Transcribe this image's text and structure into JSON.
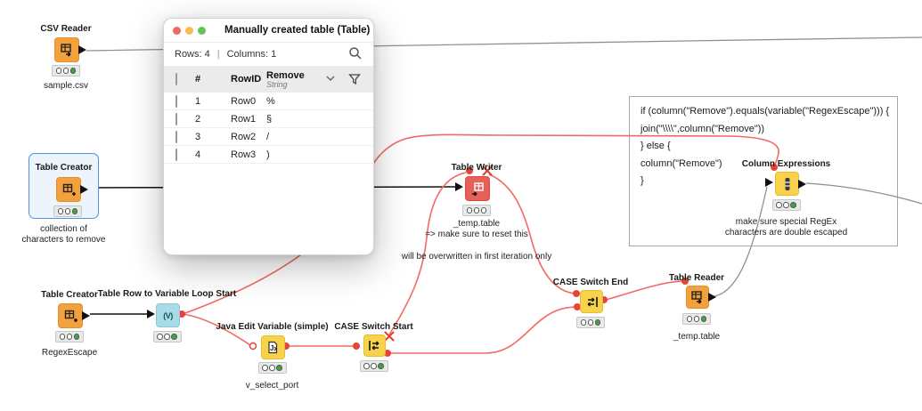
{
  "popup": {
    "title": "Manually created table (Table)",
    "rows_label": "Rows: 4",
    "separator": "|",
    "columns_label": "Columns: 1",
    "traffic_light_colors": {
      "close": "#ee6a5f",
      "minimize": "#f5be4f",
      "zoom": "#62c554"
    },
    "header": {
      "hash": "#",
      "rowid": "RowID",
      "column": "Remove",
      "column_type": "String"
    },
    "rows": [
      {
        "num": "1",
        "rowid": "Row0",
        "value": "%"
      },
      {
        "num": "2",
        "rowid": "Row1",
        "value": "§"
      },
      {
        "num": "3",
        "rowid": "Row2",
        "value": "/"
      },
      {
        "num": "4",
        "rowid": "Row3",
        "value": ")"
      }
    ]
  },
  "annotation": {
    "lines": [
      "if (column(\"Remove\").equals(variable(\"RegexEscape\"))) {",
      "join(\"\\\\\\\\\",column(\"Remove\"))",
      "} else {",
      "column(\"Remove\")",
      "}"
    ]
  },
  "nodes": {
    "csv_reader": {
      "name": "CSV Reader",
      "sublabel": "sample.csv",
      "status": "executed"
    },
    "table_creator_top": {
      "name": "Table Creator",
      "comment1": "collection of",
      "comment2": "characters to remove",
      "status": "executed"
    },
    "table_writer": {
      "name": "Table Writer",
      "sublabel1": "_temp.table",
      "sublabel2": "=> make sure to reset this",
      "comment": "will be overwritten in first iteration only",
      "status": "idle"
    },
    "table_creator_bottom": {
      "name": "Table Creator",
      "sublabel": "RegexEscape",
      "status": "executed"
    },
    "loop_start": {
      "name": "Table Row to Variable Loop Start",
      "status": "executed"
    },
    "java_edit": {
      "name": "Java Edit Variable (simple)",
      "sublabel": "v_select_port",
      "status": "executed"
    },
    "case_start": {
      "name": "CASE Switch Start",
      "status": "executed"
    },
    "case_end": {
      "name": "CASE Switch End",
      "status": "executed"
    },
    "table_reader": {
      "name": "Table Reader",
      "sublabel": "_temp.table",
      "status": "executed"
    },
    "column_expressions": {
      "name": "Column Expressions",
      "comment1": "make sure special RegEx",
      "comment2": "characters are double escaped",
      "status": "executed"
    }
  },
  "colors": {
    "node_orange": "#f2a13c",
    "node_yellow": "#f7d24a",
    "node_red": "#e6605a",
    "node_cyan": "#a8dbe8",
    "wire_red": "#f06a62",
    "wire_gray": "#909090",
    "port_red": "#e6433b",
    "status_green": "#3ea43e",
    "selection_blue": "#4f94d6"
  }
}
